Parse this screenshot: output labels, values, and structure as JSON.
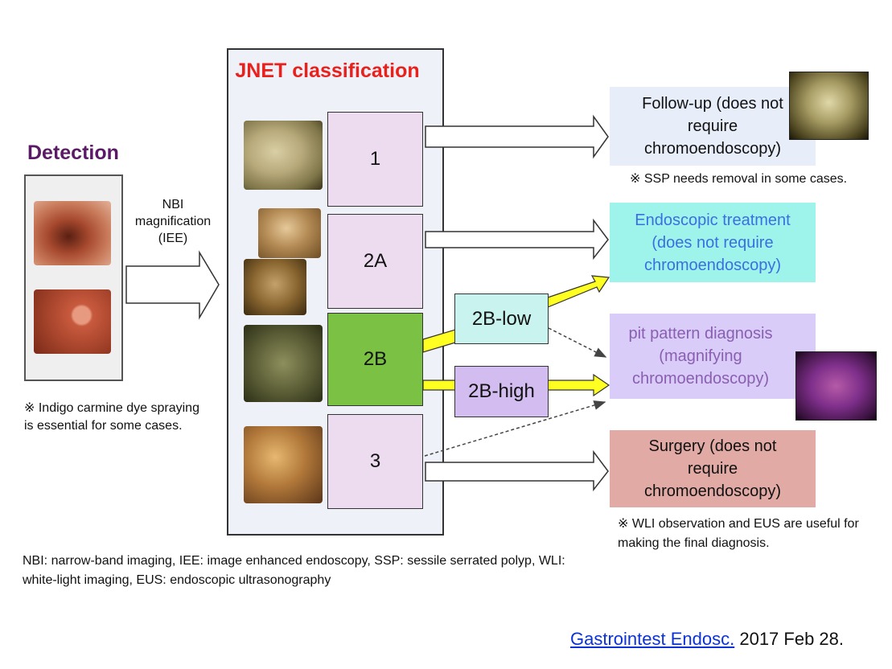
{
  "detection": {
    "title": "Detection",
    "note": "※  Indigo carmine dye spraying is essential for some cases."
  },
  "nbi_label": "NBI magnification (IEE)",
  "jnet": {
    "title": "JNET classification",
    "classes": {
      "c1": "1",
      "c2a": "2A",
      "c2b": "2B",
      "c3": "3",
      "c2b_low": "2B-low",
      "c2b_high": "2B-high"
    }
  },
  "outcomes": {
    "follow_up": "Follow-up (does not require chromoendoscopy)",
    "endoscopic": "Endoscopic treatment (does not require chromoendoscopy)",
    "pit": "pit pattern diagnosis (magnifying chromoendoscopy)",
    "surgery": "Surgery (does not require chromoendoscopy)"
  },
  "notes": {
    "ssp": "※ SSP needs removal in some cases.",
    "wli": "※  WLI observation and EUS are useful for making the final diagnosis."
  },
  "abbreviations": "NBI: narrow-band imaging, IEE: image enhanced endoscopy, SSP: sessile serrated polyp, WLI: white-light imaging, EUS: endoscopic ultrasonography",
  "citation": {
    "journal": "Gastrointest Endosc.",
    "date": "2017 Feb 28."
  },
  "colors": {
    "detection_title": "#5b1a66",
    "jnet_title": "#e8211d",
    "class_box": "#eddcf0",
    "class_2b": "#7bc143",
    "box_2b_low": "#c8f3ef",
    "box_2b_high": "#d3bdf0",
    "endoscopic_text": "#3b6fe0",
    "pit_text": "#8a5fb1",
    "yellow_arrow": "#ffff22"
  }
}
